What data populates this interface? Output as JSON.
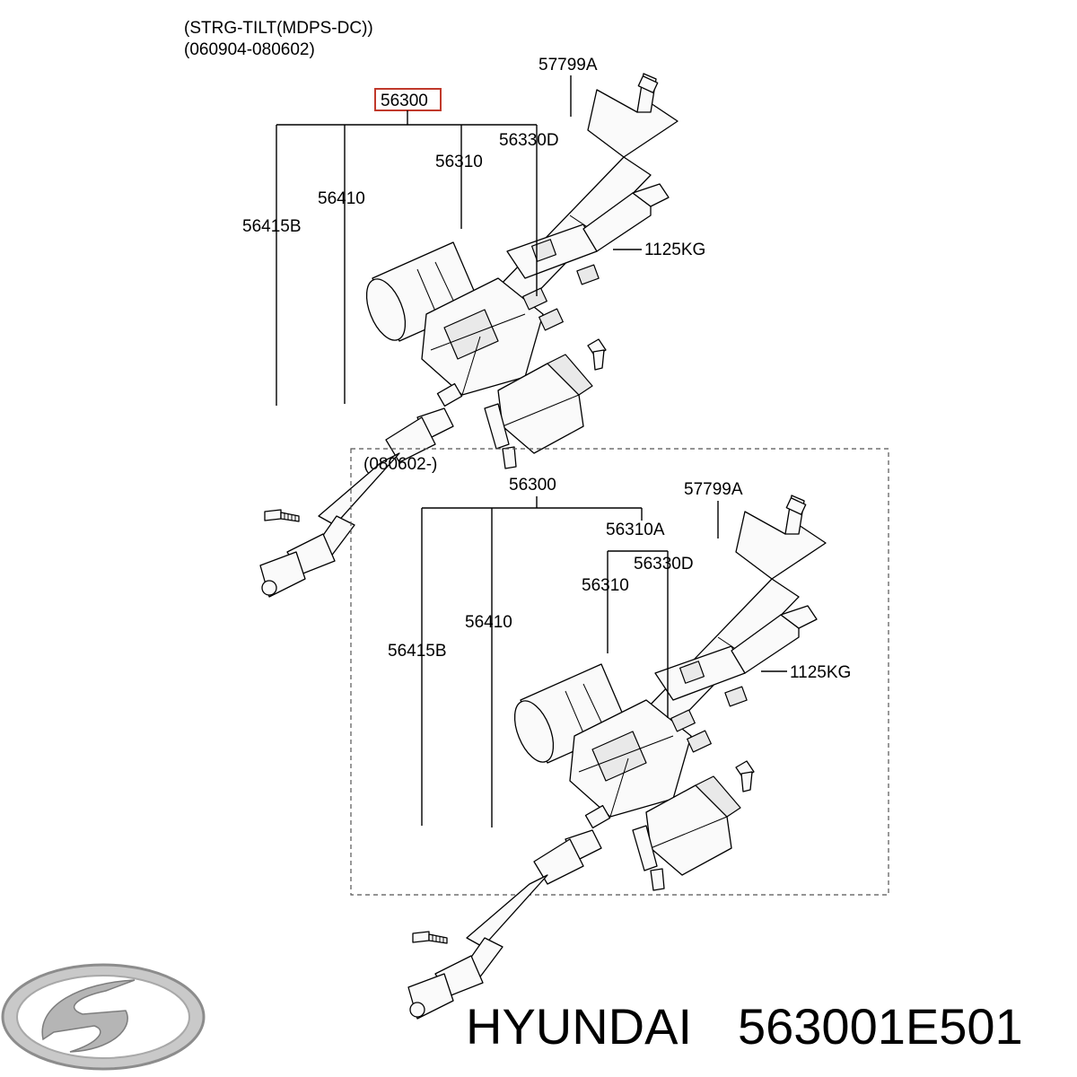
{
  "header": {
    "title": "(STRG-TILT(MDPS-DC))",
    "date_range": "(060904-080602)"
  },
  "upper_diagram": {
    "highlighted_part": "56300",
    "labels": {
      "p57799A": "57799A",
      "p56330D": "56330D",
      "p56310": "56310",
      "p56410": "56410",
      "p56415B": "56415B",
      "p1125KG": "1125KG"
    }
  },
  "lower_diagram": {
    "date_range": "(080602-)",
    "labels": {
      "p56300": "56300",
      "p57799A": "57799A",
      "p56310A": "56310A",
      "p56330D": "56330D",
      "p56310": "56310",
      "p56410": "56410",
      "p56415B": "56415B",
      "p1125KG": "1125KG"
    }
  },
  "footer": {
    "brand": "HYUNDAI",
    "part_number": "563001E501",
    "logo_icon": "hyundai-logo-icon"
  },
  "colors": {
    "highlight": "#c0392b",
    "logo_silver": "#b5b5b5"
  }
}
